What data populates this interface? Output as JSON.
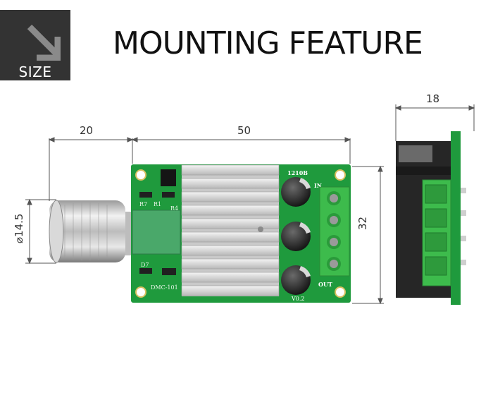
{
  "badge": {
    "label": "SIZE",
    "icon": "arrow-down-right-icon"
  },
  "title": "MOUNTING FEATURE",
  "dimensions": {
    "knob_length": "20",
    "board_length": "50",
    "side_depth": "18",
    "board_width": "32",
    "knob_diameter": "⌀14.5"
  },
  "board_markings": {
    "model": "1210B",
    "input": "IN",
    "output": "OUT",
    "part": "DMC-101",
    "version": "V0.2",
    "r7": "R7",
    "r1": "R1",
    "r4": "R4",
    "d7": "D7"
  },
  "colors": {
    "pcb": "#1f9a3d",
    "terminal": "#3dbb4c",
    "badge": "#333333"
  }
}
